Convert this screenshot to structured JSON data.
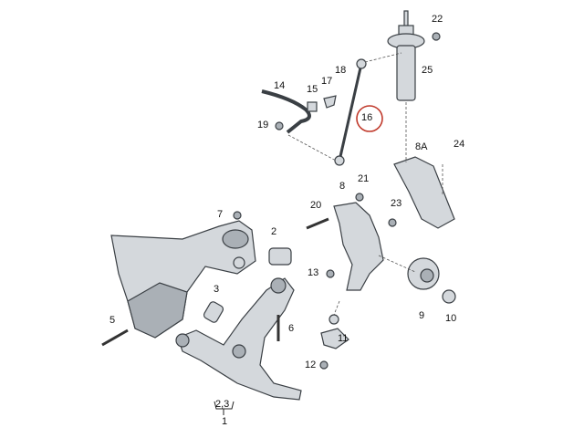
{
  "diagram": {
    "highlight_color": "#c0392b",
    "highlighted_part": "16",
    "part_labels": [
      "22",
      "25",
      "18",
      "17",
      "14",
      "15",
      "16",
      "19",
      "24",
      "8A",
      "21",
      "8",
      "20",
      "23",
      "7",
      "2",
      "3",
      "13",
      "5",
      "6",
      "11",
      "9",
      "10",
      "12",
      "2,3",
      "1"
    ]
  }
}
